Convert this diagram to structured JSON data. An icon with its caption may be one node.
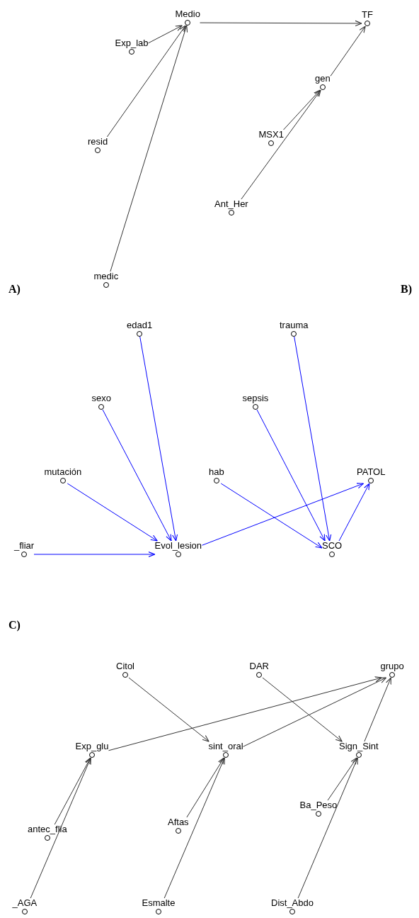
{
  "diagram": {
    "nodes": [
      {
        "text": [
          "Medio"
        ]
      },
      {
        "text": [
          "TF"
        ]
      },
      {
        "text": [
          "Exp_lab"
        ]
      },
      {
        "text": [
          "gen"
        ]
      },
      {
        "text": [
          "resid"
        ]
      },
      {
        "text": [
          "MSX1"
        ]
      },
      {
        "text": [
          "Ant_Her"
        ]
      },
      {
        "text": [
          "medic"
        ]
      },
      {
        "text": [
          "edad1"
        ]
      },
      {
        "text": [
          "trauma"
        ]
      },
      {
        "text": [
          "sexo"
        ]
      },
      {
        "text": [
          "sepsis"
        ]
      },
      {
        "text": [
          "mutación"
        ]
      },
      {
        "text": [
          "hab"
        ]
      },
      {
        "text": [
          "PATOL"
        ]
      },
      {
        "text": [
          "_fliar"
        ]
      },
      {
        "text": [
          "Evol_lesion"
        ]
      },
      {
        "text": [
          "SCO"
        ]
      },
      {
        "text": [
          "Citol"
        ]
      },
      {
        "text": [
          "DAR"
        ]
      },
      {
        "text": [
          "grupo"
        ]
      },
      {
        "text": [
          "Exp_glu"
        ]
      },
      {
        "text": [
          "sint_oral"
        ]
      },
      {
        "text": [
          "Sign_Sint"
        ]
      },
      {
        "text": [
          "Ba_Peso"
        ]
      },
      {
        "text": [
          "Aftas"
        ]
      },
      {
        "text": [
          "antec_flia"
        ]
      },
      {
        "text": [
          "_AGA"
        ]
      },
      {
        "text": [
          "Esmalte"
        ]
      },
      {
        "text": [
          "Dist_Abdo"
        ]
      }
    ],
    "edges": [
      {
        "from": 2,
        "to": 0,
        "arrow": "to"
      },
      {
        "from": 4,
        "to": 0,
        "arrow": "to"
      },
      {
        "from": 7,
        "to": 0,
        "arrow": "to"
      },
      {
        "from": 0,
        "to": 1,
        "arrow": "to"
      },
      {
        "from": 5,
        "to": 3,
        "arrow": "to"
      },
      {
        "from": 6,
        "to": 3,
        "arrow": "to"
      },
      {
        "from": 3,
        "to": 1,
        "arrow": "to"
      },
      {
        "from": 8,
        "to": 16,
        "arrow": "to",
        "color": "#0000ff"
      },
      {
        "from": 10,
        "to": 16,
        "arrow": "to",
        "color": "#0000ff"
      },
      {
        "from": 12,
        "to": 16,
        "arrow": "to",
        "color": "#0000ff"
      },
      {
        "from": 15,
        "to": 16,
        "arrow": "to",
        "color": "#0000ff"
      },
      {
        "from": 16,
        "to": 14,
        "arrow": "to",
        "color": "#0000ff"
      },
      {
        "from": 13,
        "to": 17,
        "arrow": "to",
        "color": "#0000ff"
      },
      {
        "from": 11,
        "to": 17,
        "arrow": "to",
        "color": "#0000ff"
      },
      {
        "from": 9,
        "to": 17,
        "arrow": "to",
        "color": "#0000ff"
      },
      {
        "from": 17,
        "to": 14,
        "arrow": "to",
        "color": "#0000ff"
      },
      {
        "from": 18,
        "to": 22,
        "arrow": "to"
      },
      {
        "from": 19,
        "to": 23,
        "arrow": "to"
      },
      {
        "from": 21,
        "to": 20,
        "arrow": "to"
      },
      {
        "from": 22,
        "to": 20,
        "arrow": "to"
      },
      {
        "from": 23,
        "to": 20,
        "arrow": "to"
      },
      {
        "from": 26,
        "to": 21,
        "arrow": "to"
      },
      {
        "from": 27,
        "to": 21,
        "arrow": "to"
      },
      {
        "from": 25,
        "to": 22,
        "arrow": "to"
      },
      {
        "from": 28,
        "to": 22,
        "arrow": "to"
      },
      {
        "from": 24,
        "to": 23,
        "arrow": "to"
      },
      {
        "from": 29,
        "to": 23,
        "arrow": "to"
      }
    ],
    "labels": [
      "A)",
      "B)",
      "C)"
    ]
  }
}
